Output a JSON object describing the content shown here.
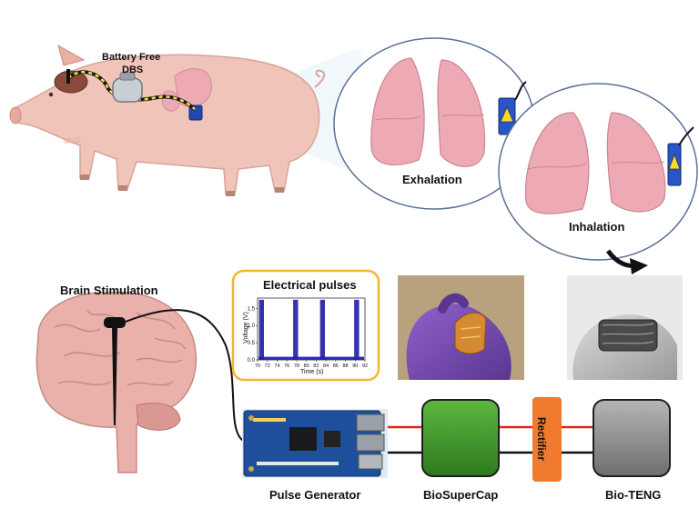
{
  "pig": {
    "device_label_line1": "Battery Free",
    "device_label_line2": "DBS"
  },
  "lungs": {
    "exhalation_label": "Exhalation",
    "inhalation_label": "Inhalation"
  },
  "brain": {
    "title": "Brain Stimulation"
  },
  "pulses": {
    "title": "Electrical pulses",
    "ylabel": "Voltage (V)",
    "xlabel": "Time (s)",
    "yticks": [
      "0.0",
      "0.5",
      "1.0",
      "1.5"
    ],
    "xticks": [
      "70",
      "72",
      "74",
      "76",
      "78",
      "80",
      "82",
      "84",
      "86",
      "88",
      "90",
      "92"
    ],
    "bursts": [
      {
        "start": 70.3,
        "end": 71.3,
        "peak": 1.75
      },
      {
        "start": 77.3,
        "end": 78.3,
        "peak": 1.75
      },
      {
        "start": 82.8,
        "end": 83.8,
        "peak": 1.75
      },
      {
        "start": 89.8,
        "end": 90.8,
        "peak": 1.75
      }
    ],
    "xlim": [
      70,
      92
    ],
    "ylim": [
      0,
      1.8
    ]
  },
  "circuit": {
    "pulse_generator_label": "Pulse Generator",
    "supercap_label": "BioSuperCap",
    "rectifier_label": "Rectifier",
    "teng_label": "Bio-TENG"
  },
  "colors": {
    "skin": "#f0c4b8",
    "lung": "#eeaab4",
    "supercap": "#3f9a2c",
    "rectifier": "#f07a2e",
    "teng": "#8c8c8c",
    "pulse_frame": "#f2b632",
    "pulse_line": "#2b2bbf"
  }
}
